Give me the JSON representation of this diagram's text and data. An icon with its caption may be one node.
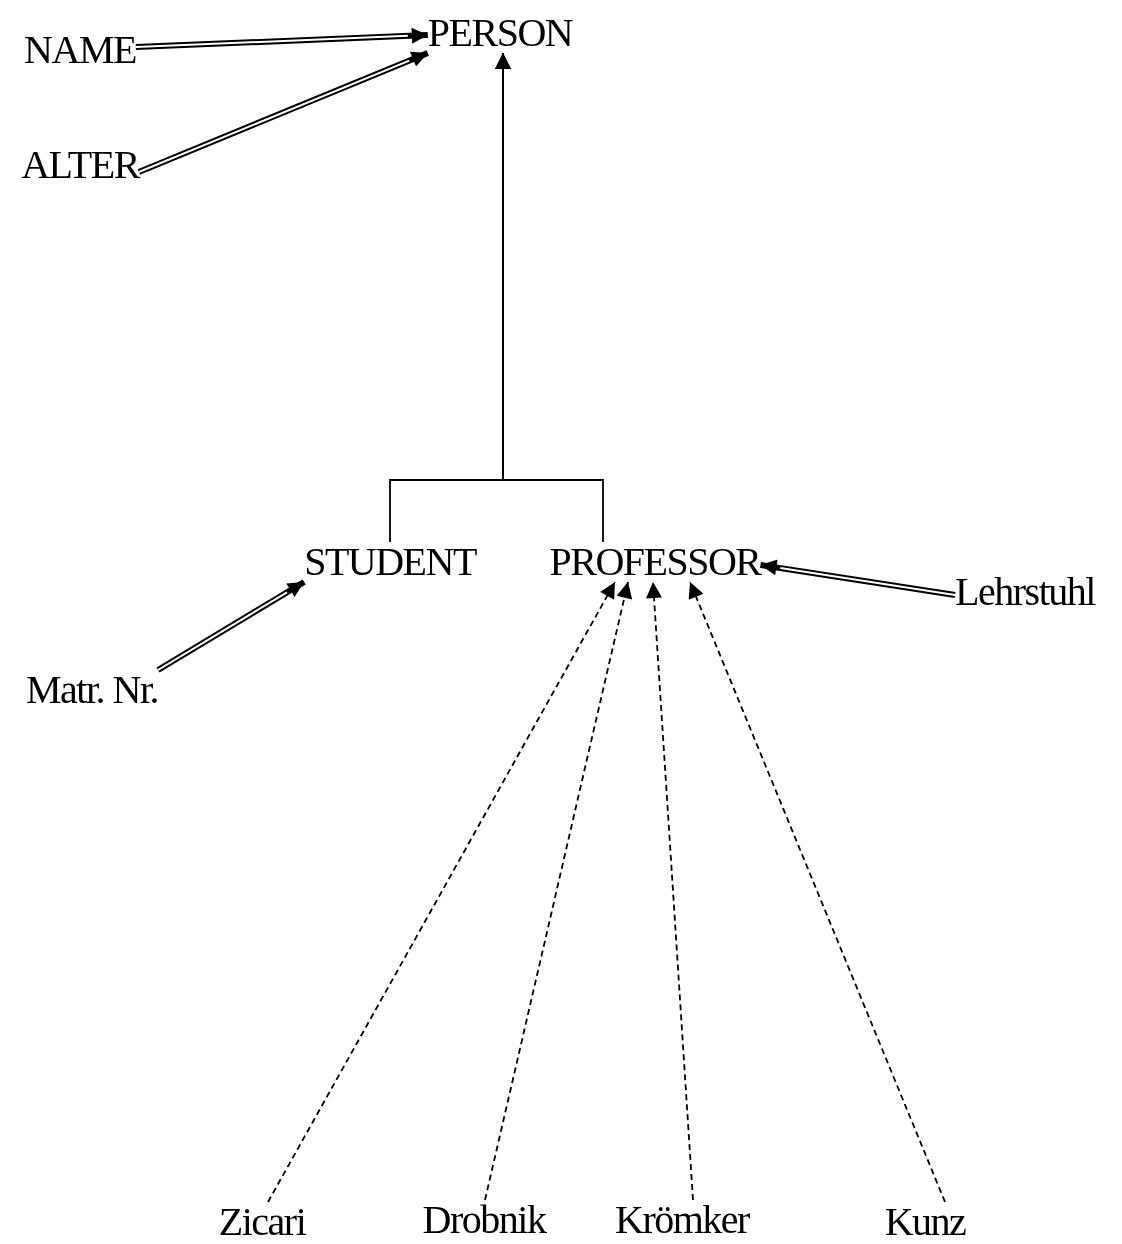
{
  "diagram": {
    "nodes": [
      {
        "text": [
          "PERSON"
        ]
      },
      {
        "text": [
          "NAME"
        ]
      },
      {
        "text": [
          "ALTER"
        ]
      },
      {
        "text": [
          "STUDENT"
        ]
      },
      {
        "text": [
          "PROFESSOR"
        ]
      },
      {
        "text": [
          "Matr. Nr."
        ]
      },
      {
        "text": [
          "Lehrstuhl"
        ]
      },
      {
        "text": [
          "Zicari"
        ]
      },
      {
        "text": [
          "Drobnik"
        ]
      },
      {
        "text": [
          "Krömker"
        ]
      },
      {
        "text": [
          "Kunz"
        ]
      }
    ],
    "edges": [
      {
        "from": 1,
        "to": 0,
        "arrow": "to",
        "style": "thick"
      },
      {
        "from": 2,
        "to": 0,
        "arrow": "to",
        "style": "thick"
      },
      {
        "from": 3,
        "to": 0,
        "arrow": "to"
      },
      {
        "from": 4,
        "to": 0,
        "arrow": "to"
      },
      {
        "from": 5,
        "to": 3,
        "arrow": "to",
        "style": "thick"
      },
      {
        "from": 6,
        "to": 4,
        "arrow": "to",
        "style": "thick"
      },
      {
        "from": 7,
        "to": 4,
        "arrow": "to",
        "style": "dashed"
      },
      {
        "from": 8,
        "to": 4,
        "arrow": "to",
        "style": "dashed"
      },
      {
        "from": 9,
        "to": 4,
        "arrow": "to",
        "style": "dashed"
      },
      {
        "from": 10,
        "to": 4,
        "arrow": "to",
        "style": "dashed"
      }
    ]
  }
}
